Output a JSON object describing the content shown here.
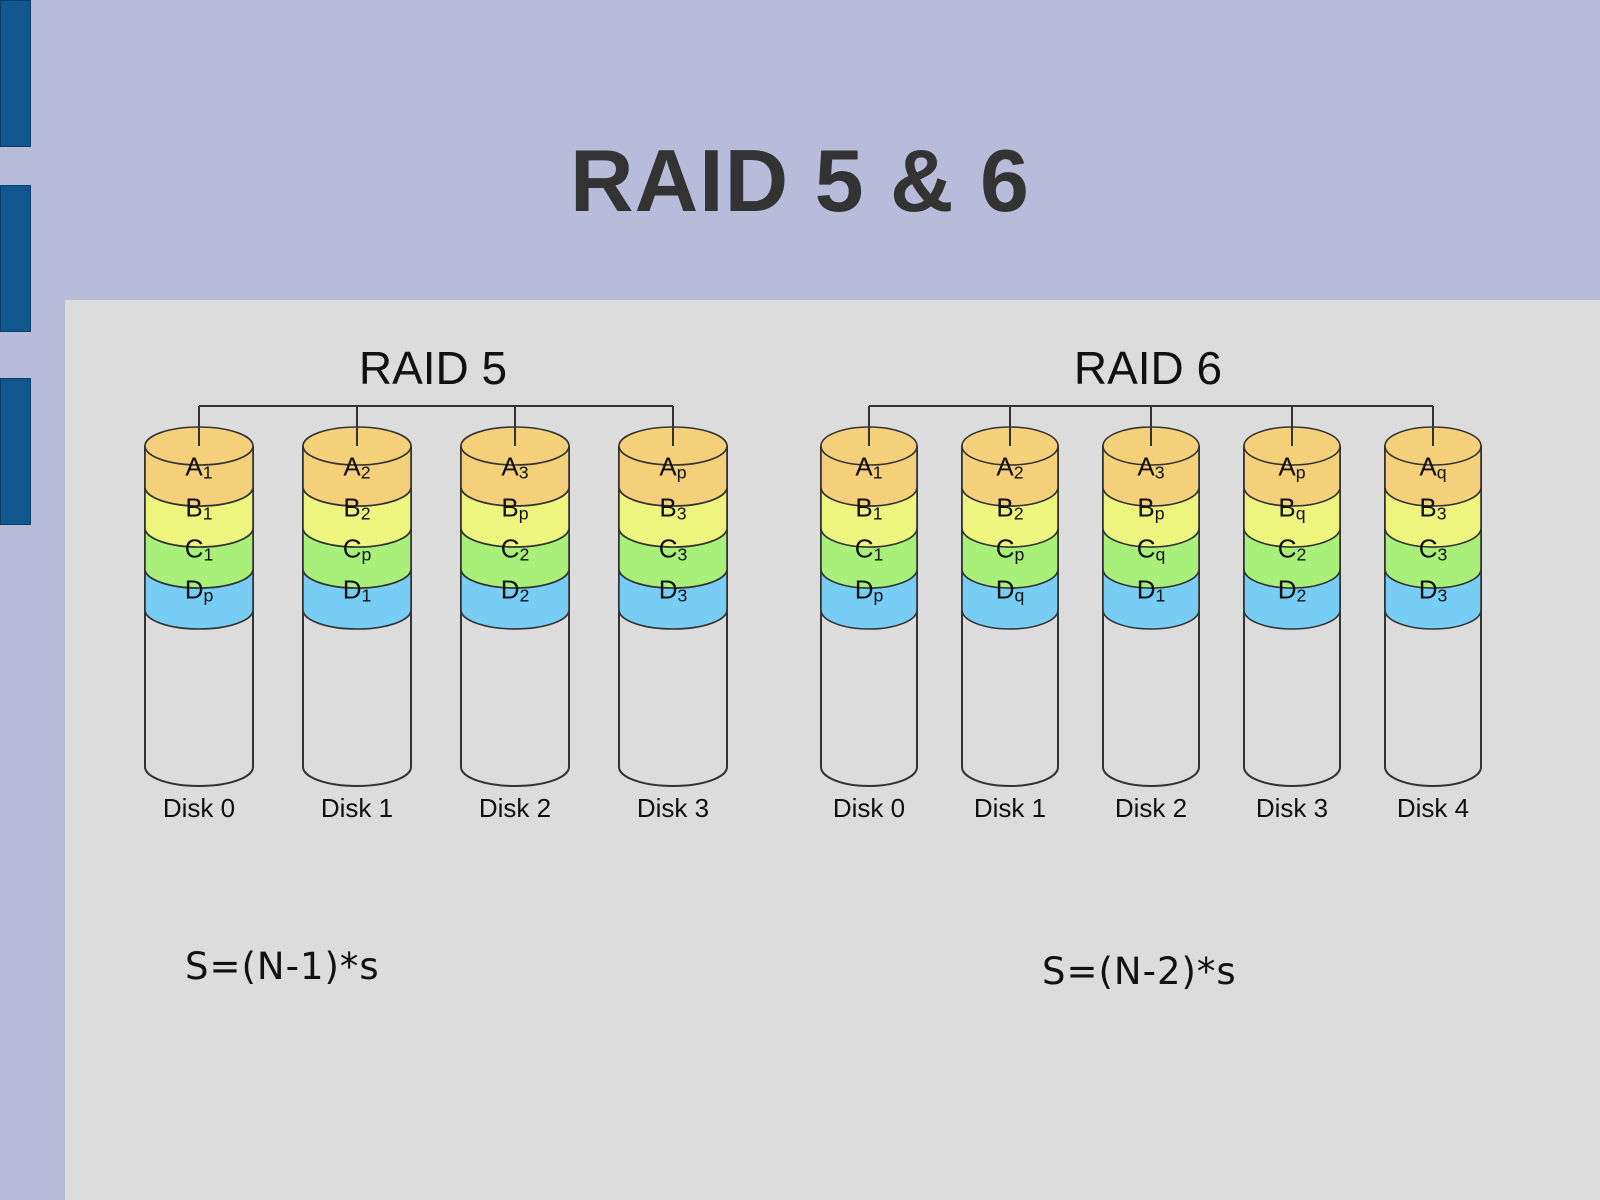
{
  "slide": {
    "title": "RAID 5 & 6",
    "colors": {
      "background": "#b8bcda",
      "content_bg": "#dcdcdc",
      "side_tab": "#10568f",
      "row_a": "#f5d07a",
      "row_b": "#eef57f",
      "row_c": "#a8f07a",
      "row_d": "#78cdf5"
    }
  },
  "raid5": {
    "label": "RAID 5",
    "formula": "S=(N-1)*s",
    "disks": [
      {
        "name": "Disk 0",
        "blocks": [
          [
            "A",
            "1"
          ],
          [
            "B",
            "1"
          ],
          [
            "C",
            "1"
          ],
          [
            "D",
            "p"
          ]
        ]
      },
      {
        "name": "Disk 1",
        "blocks": [
          [
            "A",
            "2"
          ],
          [
            "B",
            "2"
          ],
          [
            "C",
            "p"
          ],
          [
            "D",
            "1"
          ]
        ]
      },
      {
        "name": "Disk 2",
        "blocks": [
          [
            "A",
            "3"
          ],
          [
            "B",
            "p"
          ],
          [
            "C",
            "2"
          ],
          [
            "D",
            "2"
          ]
        ]
      },
      {
        "name": "Disk 3",
        "blocks": [
          [
            "A",
            "p"
          ],
          [
            "B",
            "3"
          ],
          [
            "C",
            "3"
          ],
          [
            "D",
            "3"
          ]
        ]
      }
    ]
  },
  "raid6": {
    "label": "RAID 6",
    "formula": "S=(N-2)*s",
    "disks": [
      {
        "name": "Disk 0",
        "blocks": [
          [
            "A",
            "1"
          ],
          [
            "B",
            "1"
          ],
          [
            "C",
            "1"
          ],
          [
            "D",
            "p"
          ]
        ]
      },
      {
        "name": "Disk 1",
        "blocks": [
          [
            "A",
            "2"
          ],
          [
            "B",
            "2"
          ],
          [
            "C",
            "p"
          ],
          [
            "D",
            "q"
          ]
        ]
      },
      {
        "name": "Disk 2",
        "blocks": [
          [
            "A",
            "3"
          ],
          [
            "B",
            "p"
          ],
          [
            "C",
            "q"
          ],
          [
            "D",
            "1"
          ]
        ]
      },
      {
        "name": "Disk 3",
        "blocks": [
          [
            "A",
            "p"
          ],
          [
            "B",
            "q"
          ],
          [
            "C",
            "2"
          ],
          [
            "D",
            "2"
          ]
        ]
      },
      {
        "name": "Disk 4",
        "blocks": [
          [
            "A",
            "q"
          ],
          [
            "B",
            "3"
          ],
          [
            "C",
            "3"
          ],
          [
            "D",
            "3"
          ]
        ]
      }
    ]
  }
}
